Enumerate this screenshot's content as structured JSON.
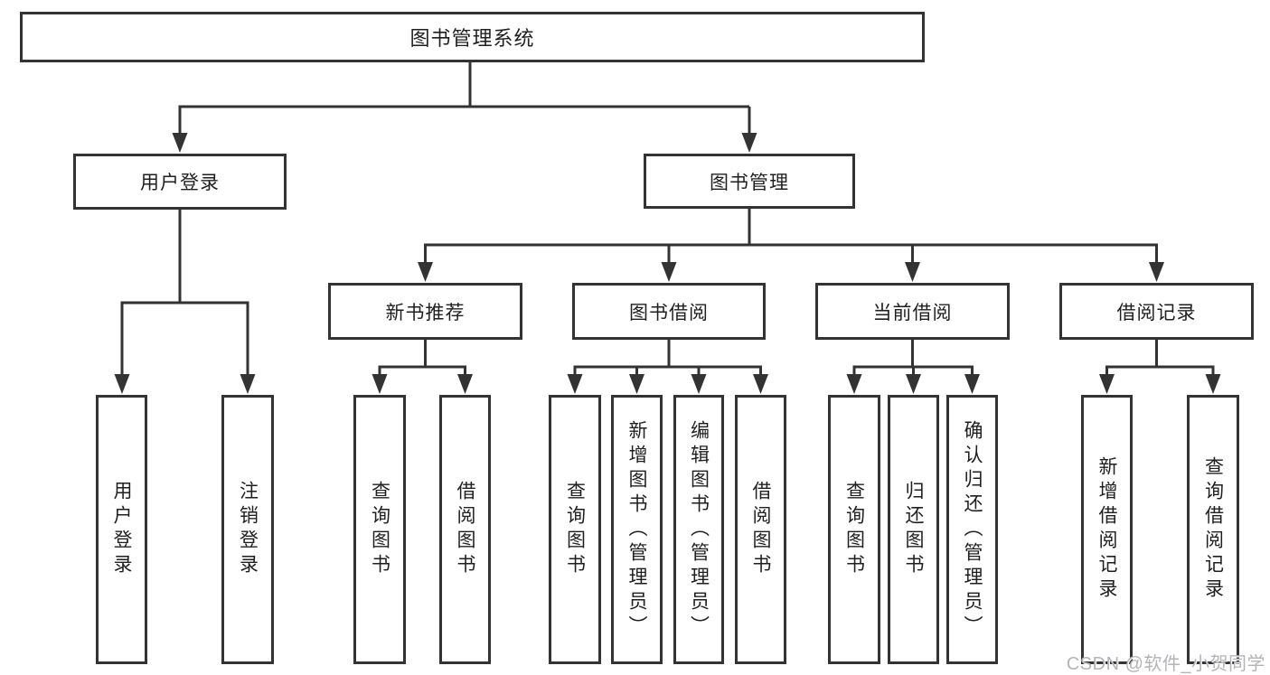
{
  "diagram": {
    "root": {
      "label": "图书管理系统"
    },
    "branches": [
      {
        "label": "用户登录",
        "children": [
          {
            "label": "用户登录"
          },
          {
            "label": "注销登录"
          }
        ]
      },
      {
        "label": "图书管理",
        "children": [
          {
            "label": "新书推荐",
            "children": [
              {
                "label": "查询图书"
              },
              {
                "label": "借阅图书"
              }
            ]
          },
          {
            "label": "图书借阅",
            "children": [
              {
                "label": "查询图书"
              },
              {
                "label": "新增图书（管理员）"
              },
              {
                "label": "编辑图书（管理员）"
              },
              {
                "label": "借阅图书"
              }
            ]
          },
          {
            "label": "当前借阅",
            "children": [
              {
                "label": "查询图书"
              },
              {
                "label": "归还图书"
              },
              {
                "label": "确认归还（管理员）"
              }
            ]
          },
          {
            "label": "借阅记录",
            "children": [
              {
                "label": "新增借阅记录"
              },
              {
                "label": "查询借阅记录"
              }
            ]
          }
        ]
      }
    ]
  },
  "watermark": {
    "text": "CSDN @软件_小贺同学",
    "color": "#b4b4b8"
  },
  "colors": {
    "line": "#333333",
    "box_border": "#333333",
    "text": "#1f1f1f",
    "background": "#ffffff"
  }
}
